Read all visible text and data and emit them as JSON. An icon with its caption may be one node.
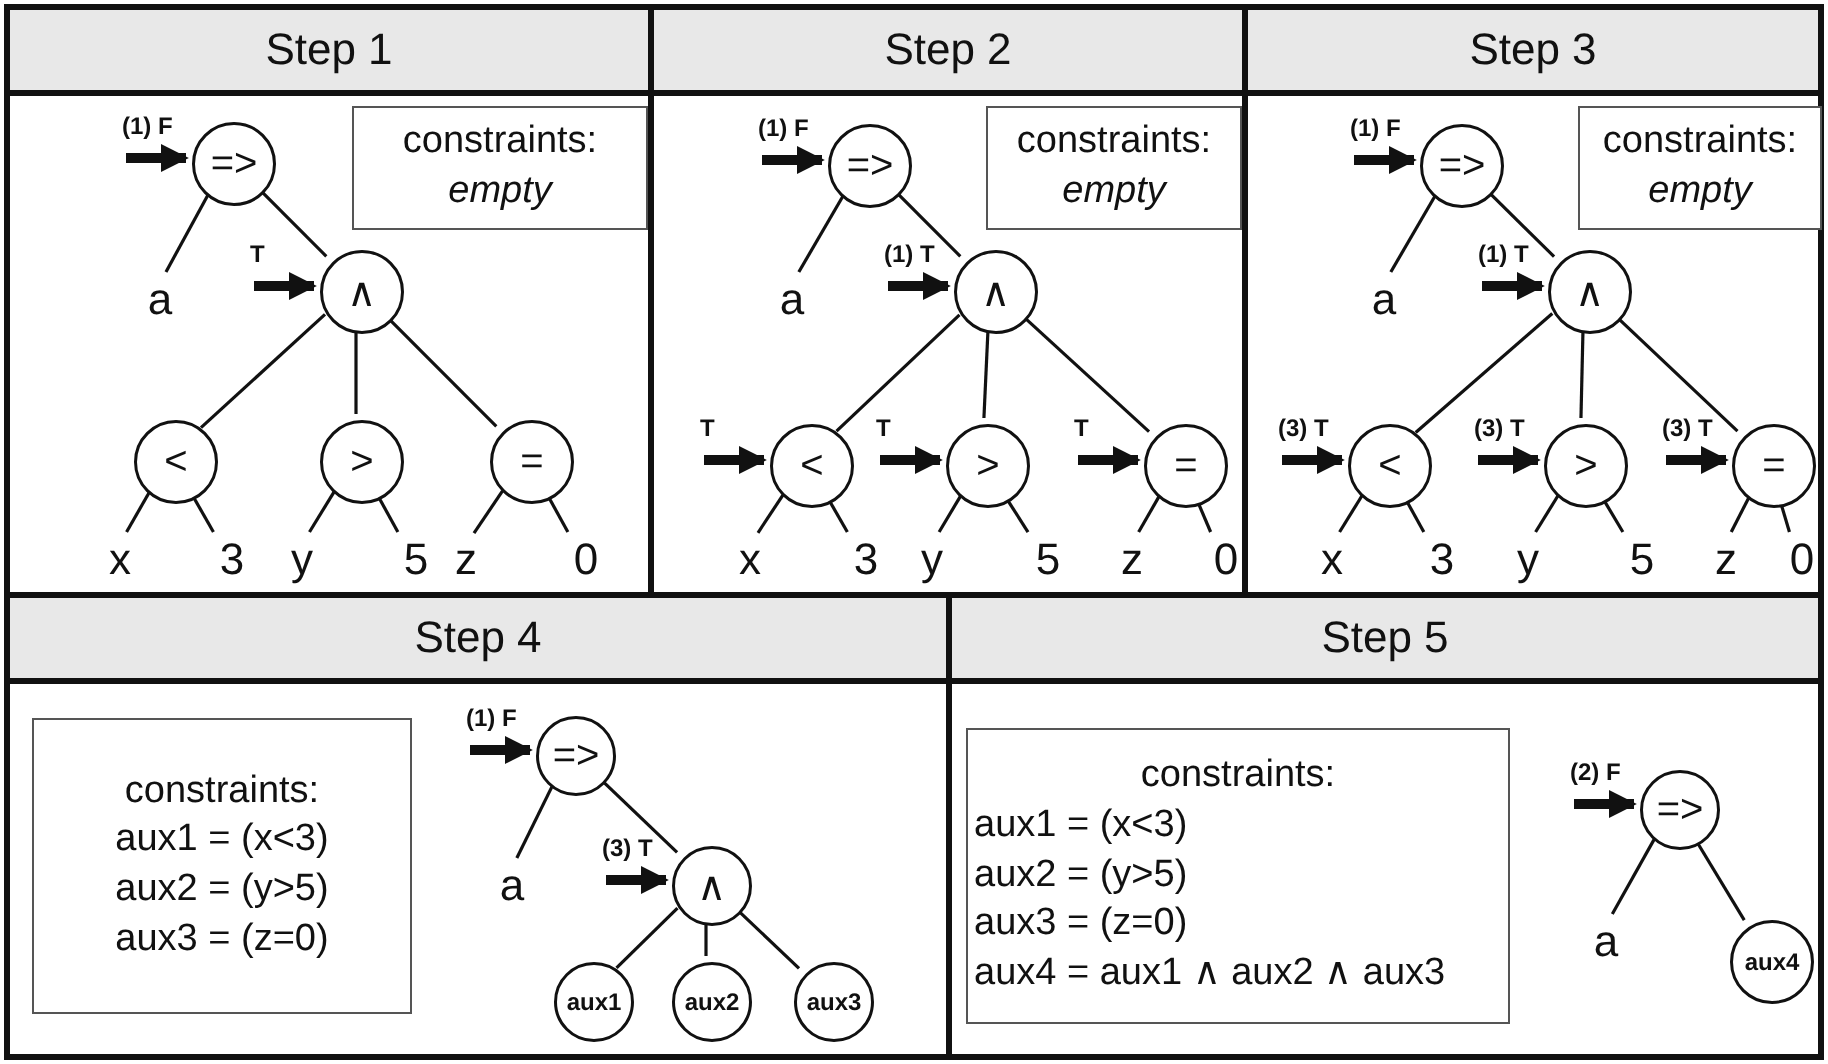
{
  "diagram": {
    "nodes": [
      {
        "text": [
          "Step 1"
        ]
      },
      {
        "text": [
          "constraints:",
          "*empty*"
        ],
        "in": 0
      },
      {
        "text": [
          "=>"
        ],
        "in": 0
      },
      {
        "text": [
          "a"
        ],
        "in": 0
      },
      {
        "text": [
          "∧"
        ],
        "in": 0
      },
      {
        "text": [
          "<"
        ],
        "in": 0
      },
      {
        "text": [
          "x"
        ],
        "in": 0
      },
      {
        "text": [
          "3"
        ],
        "in": 0
      },
      {
        "text": [
          ">"
        ],
        "in": 0
      },
      {
        "text": [
          "y"
        ],
        "in": 0
      },
      {
        "text": [
          "5"
        ],
        "in": 0
      },
      {
        "text": [
          "="
        ],
        "in": 0
      },
      {
        "text": [
          "z"
        ],
        "in": 0
      },
      {
        "text": [
          "0"
        ],
        "in": 0
      },
      {
        "text": [
          "Step 2"
        ]
      },
      {
        "text": [
          "constraints:",
          "*empty*"
        ],
        "in": 14
      },
      {
        "text": [
          "=>"
        ],
        "in": 14
      },
      {
        "text": [
          "a"
        ],
        "in": 14
      },
      {
        "text": [
          "∧"
        ],
        "in": 14
      },
      {
        "text": [
          "<"
        ],
        "in": 14
      },
      {
        "text": [
          "x"
        ],
        "in": 14
      },
      {
        "text": [
          "3"
        ],
        "in": 14
      },
      {
        "text": [
          ">"
        ],
        "in": 14
      },
      {
        "text": [
          "y"
        ],
        "in": 14
      },
      {
        "text": [
          "5"
        ],
        "in": 14
      },
      {
        "text": [
          "="
        ],
        "in": 14
      },
      {
        "text": [
          "z"
        ],
        "in": 14
      },
      {
        "text": [
          "0"
        ],
        "in": 14
      },
      {
        "text": [
          "Step 3"
        ]
      },
      {
        "text": [
          "constraints:",
          "*empty*"
        ],
        "in": 28
      },
      {
        "text": [
          "=>"
        ],
        "in": 28
      },
      {
        "text": [
          "a"
        ],
        "in": 28
      },
      {
        "text": [
          "∧"
        ],
        "in": 28
      },
      {
        "text": [
          "<"
        ],
        "in": 28
      },
      {
        "text": [
          "x"
        ],
        "in": 28
      },
      {
        "text": [
          "3"
        ],
        "in": 28
      },
      {
        "text": [
          ">"
        ],
        "in": 28
      },
      {
        "text": [
          "y"
        ],
        "in": 28
      },
      {
        "text": [
          "5"
        ],
        "in": 28
      },
      {
        "text": [
          "="
        ],
        "in": 28
      },
      {
        "text": [
          "z"
        ],
        "in": 28
      },
      {
        "text": [
          "0"
        ],
        "in": 28
      },
      {
        "text": [
          "Step 4"
        ]
      },
      {
        "text": [
          "constraints:",
          "aux1 = (x<3)",
          "aux2 = (y>5)",
          "aux3 = (z=0)"
        ],
        "in": 42
      },
      {
        "text": [
          "=>"
        ],
        "in": 42
      },
      {
        "text": [
          "a"
        ],
        "in": 42
      },
      {
        "text": [
          "∧"
        ],
        "in": 42
      },
      {
        "text": [
          "aux1"
        ],
        "in": 42
      },
      {
        "text": [
          "aux2"
        ],
        "in": 42
      },
      {
        "text": [
          "aux3"
        ],
        "in": 42
      },
      {
        "text": [
          "Step 5"
        ]
      },
      {
        "text": [
          "constraints:",
          "aux1 = (x<3)",
          "aux2 = (y>5)",
          "aux3 = (z=0)",
          "aux4 = aux1 ∧ aux2 ∧ aux3"
        ],
        "in": 50
      },
      {
        "text": [
          "=>"
        ],
        "in": 50
      },
      {
        "text": [
          "a"
        ],
        "in": 50
      },
      {
        "text": [
          "aux4"
        ],
        "in": 50
      }
    ],
    "edges": [
      {
        "from": null,
        "to": 2,
        "arrow": "to",
        "label": "(1) F",
        "style": "thick"
      },
      {
        "from": null,
        "to": 4,
        "arrow": "to",
        "label": "T",
        "style": "thick"
      },
      {
        "from": 2,
        "to": 3,
        "arrow": "none"
      },
      {
        "from": 2,
        "to": 4,
        "arrow": "none"
      },
      {
        "from": 4,
        "to": 5,
        "arrow": "none"
      },
      {
        "from": 4,
        "to": 8,
        "arrow": "none"
      },
      {
        "from": 4,
        "to": 11,
        "arrow": "none"
      },
      {
        "from": 5,
        "to": 6,
        "arrow": "none"
      },
      {
        "from": 5,
        "to": 7,
        "arrow": "none"
      },
      {
        "from": 8,
        "to": 9,
        "arrow": "none"
      },
      {
        "from": 8,
        "to": 10,
        "arrow": "none"
      },
      {
        "from": 11,
        "to": 12,
        "arrow": "none"
      },
      {
        "from": 11,
        "to": 13,
        "arrow": "none"
      },
      {
        "from": null,
        "to": 16,
        "arrow": "to",
        "label": "(1) F",
        "style": "thick"
      },
      {
        "from": null,
        "to": 18,
        "arrow": "to",
        "label": "(1) T",
        "style": "thick"
      },
      {
        "from": null,
        "to": 19,
        "arrow": "to",
        "label": "T",
        "style": "thick"
      },
      {
        "from": null,
        "to": 22,
        "arrow": "to",
        "label": "T",
        "style": "thick"
      },
      {
        "from": null,
        "to": 25,
        "arrow": "to",
        "label": "T",
        "style": "thick"
      },
      {
        "from": 16,
        "to": 17,
        "arrow": "none"
      },
      {
        "from": 16,
        "to": 18,
        "arrow": "none"
      },
      {
        "from": 18,
        "to": 19,
        "arrow": "none"
      },
      {
        "from": 18,
        "to": 22,
        "arrow": "none"
      },
      {
        "from": 18,
        "to": 25,
        "arrow": "none"
      },
      {
        "from": 19,
        "to": 20,
        "arrow": "none"
      },
      {
        "from": 19,
        "to": 21,
        "arrow": "none"
      },
      {
        "from": 22,
        "to": 23,
        "arrow": "none"
      },
      {
        "from": 22,
        "to": 24,
        "arrow": "none"
      },
      {
        "from": 25,
        "to": 26,
        "arrow": "none"
      },
      {
        "from": 25,
        "to": 27,
        "arrow": "none"
      },
      {
        "from": null,
        "to": 30,
        "arrow": "to",
        "label": "(1) F",
        "style": "thick"
      },
      {
        "from": null,
        "to": 32,
        "arrow": "to",
        "label": "(1) T",
        "style": "thick"
      },
      {
        "from": null,
        "to": 33,
        "arrow": "to",
        "label": "(3) T",
        "style": "thick"
      },
      {
        "from": null,
        "to": 36,
        "arrow": "to",
        "label": "(3) T",
        "style": "thick"
      },
      {
        "from": null,
        "to": 39,
        "arrow": "to",
        "label": "(3) T",
        "style": "thick"
      },
      {
        "from": 30,
        "to": 31,
        "arrow": "none"
      },
      {
        "from": 30,
        "to": 32,
        "arrow": "none"
      },
      {
        "from": 32,
        "to": 33,
        "arrow": "none"
      },
      {
        "from": 32,
        "to": 36,
        "arrow": "none"
      },
      {
        "from": 32,
        "to": 39,
        "arrow": "none"
      },
      {
        "from": 33,
        "to": 34,
        "arrow": "none"
      },
      {
        "from": 33,
        "to": 35,
        "arrow": "none"
      },
      {
        "from": 36,
        "to": 37,
        "arrow": "none"
      },
      {
        "from": 36,
        "to": 38,
        "arrow": "none"
      },
      {
        "from": 39,
        "to": 40,
        "arrow": "none"
      },
      {
        "from": 39,
        "to": 41,
        "arrow": "none"
      },
      {
        "from": null,
        "to": 44,
        "arrow": "to",
        "label": "(1) F",
        "style": "thick"
      },
      {
        "from": null,
        "to": 46,
        "arrow": "to",
        "label": "(3) T",
        "style": "thick"
      },
      {
        "from": 44,
        "to": 45,
        "arrow": "none"
      },
      {
        "from": 44,
        "to": 46,
        "arrow": "none"
      },
      {
        "from": 46,
        "to": 47,
        "arrow": "none"
      },
      {
        "from": 46,
        "to": 48,
        "arrow": "none"
      },
      {
        "from": 46,
        "to": 49,
        "arrow": "none"
      },
      {
        "from": null,
        "to": 52,
        "arrow": "to",
        "label": "(2) F",
        "style": "thick"
      },
      {
        "from": 52,
        "to": 53,
        "arrow": "none"
      },
      {
        "from": 52,
        "to": 54,
        "arrow": "none"
      }
    ]
  }
}
